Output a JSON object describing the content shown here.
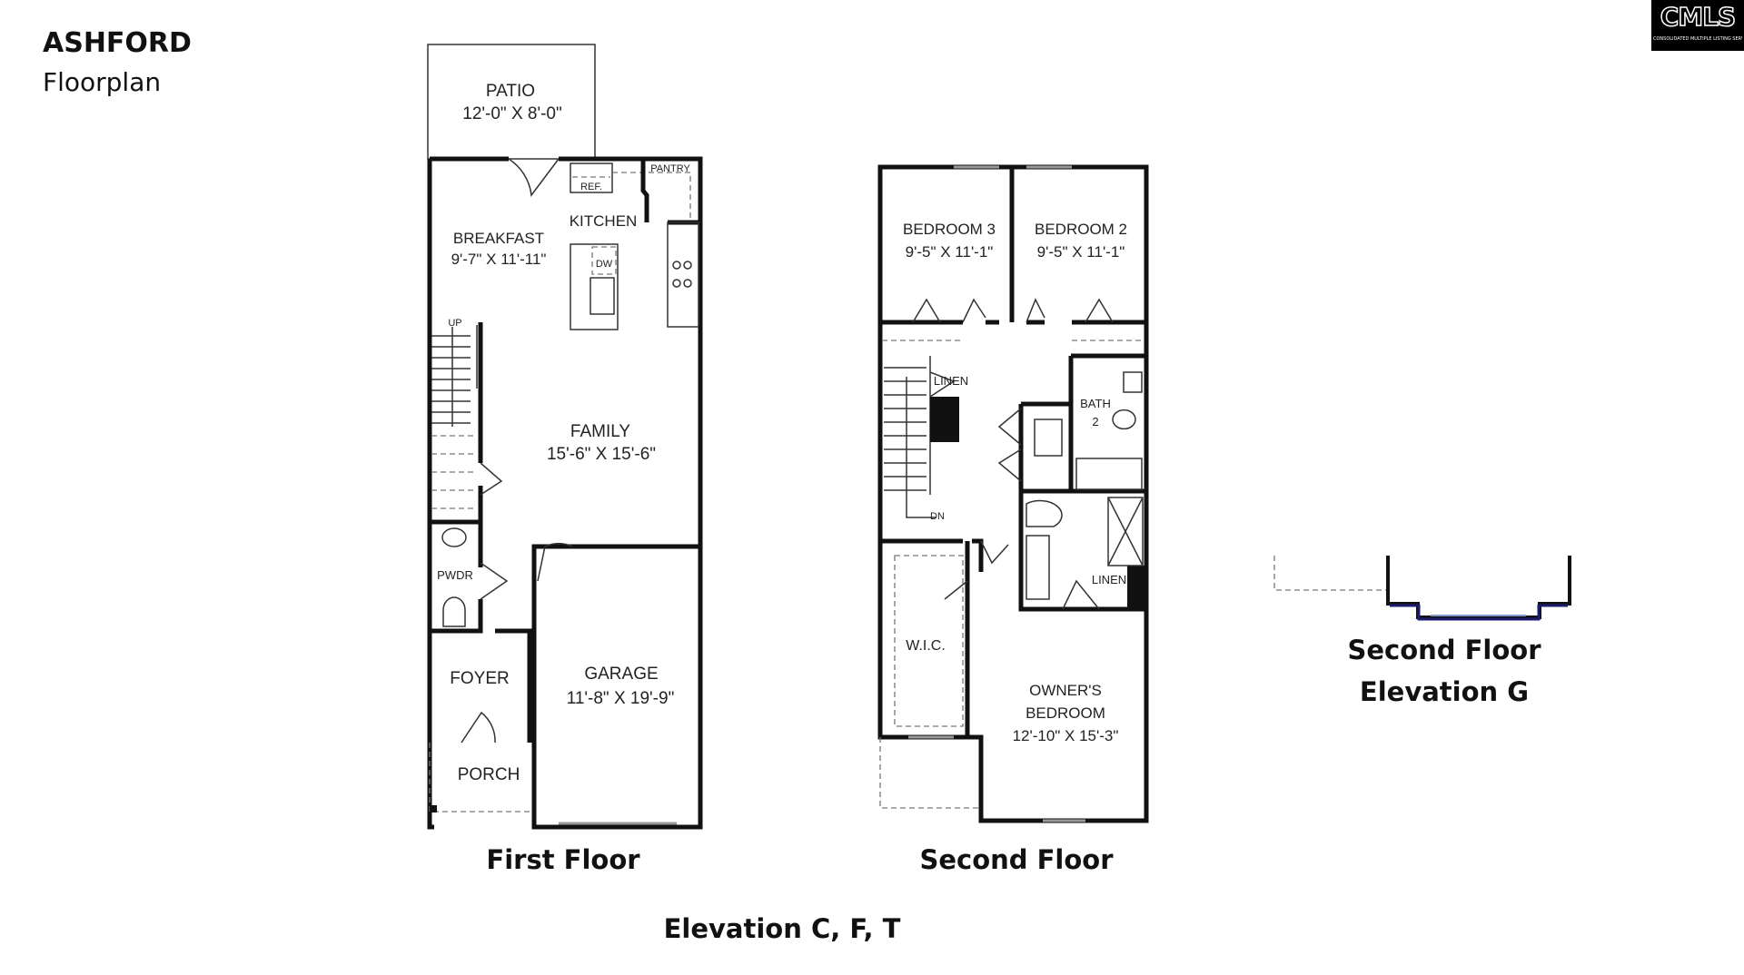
{
  "header": {
    "title": "ASHFORD",
    "subtitle": "Floorplan",
    "logo_text": "CMLS",
    "logo_subtext": "CONSOLIDATED MULTIPLE LISTING SERVICE"
  },
  "first_floor": {
    "caption": "First Floor",
    "rooms": {
      "patio": {
        "name": "PATIO",
        "dims": "12'-0\" X 8'-0\""
      },
      "breakfast": {
        "name": "BREAKFAST",
        "dims": "9'-7\" X 11'-11\""
      },
      "kitchen": {
        "name": "KITCHEN"
      },
      "pantry": {
        "name": "PANTRY"
      },
      "ref": {
        "name": "REF."
      },
      "dw": {
        "name": "DW"
      },
      "up": {
        "name": "UP"
      },
      "family": {
        "name": "FAMILY",
        "dims": "15'-6\" X 15'-6\""
      },
      "pwdr": {
        "name": "PWDR"
      },
      "foyer": {
        "name": "FOYER"
      },
      "porch": {
        "name": "PORCH"
      },
      "garage": {
        "name": "GARAGE",
        "dims": "11'-8\" X 19'-9\""
      }
    }
  },
  "second_floor": {
    "caption": "Second Floor",
    "rooms": {
      "bedroom3": {
        "name": "BEDROOM 3",
        "dims": "9'-5\" X 11'-1\""
      },
      "bedroom2": {
        "name": "BEDROOM 2",
        "dims": "9'-5\" X 11'-1\""
      },
      "linen1": {
        "name": "LINEN"
      },
      "bath2": {
        "name": "BATH",
        "num": "2"
      },
      "dn": {
        "name": "DN"
      },
      "linen2": {
        "name": "LINEN"
      },
      "wic": {
        "name": "W.I.C."
      },
      "owners": {
        "line1": "OWNER'S",
        "line2": "BEDROOM",
        "dims": "12'-10\" X 15'-3\""
      }
    }
  },
  "elevation_g": {
    "line1": "Second Floor",
    "line2": "Elevation G",
    "accent": "#1a1a6e"
  },
  "footer": {
    "caption": "Elevation C, F, T"
  }
}
